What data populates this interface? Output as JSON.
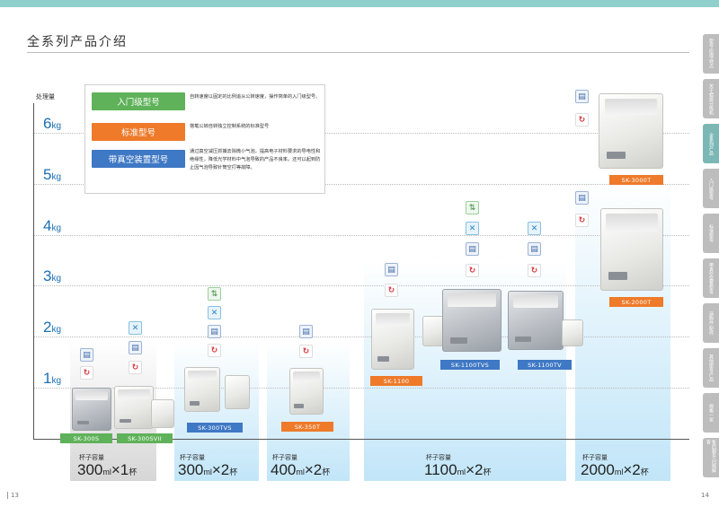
{
  "page": {
    "title": "全系列产品介绍",
    "page_left": "13",
    "page_right": "14"
  },
  "side_tabs": [
    "型号·原理·特点",
    "关于蜡纸分拣机",
    "全系列产品",
    "入门级型号",
    "标准型号",
    "带真空装置型号",
    "选购件·配件",
    "其他型号产品",
    "规格一览",
    "售后服务·问题解答"
  ],
  "side_tab_active": 2,
  "chart": {
    "y_title": "处理量",
    "unit": "kg",
    "ticks": [
      "1",
      "2",
      "3",
      "4",
      "5",
      "6"
    ]
  },
  "legend": [
    {
      "label": "入门级型号",
      "color": "#5fb25a",
      "desc": "自转速度以固定的比例追从公转速度，操作简单的入门级型号。"
    },
    {
      "label": "标准型号",
      "color": "#ee7a2a",
      "desc": "搭载公转自转独立控制系统的标准型号"
    },
    {
      "label": "带真空装置型号",
      "color": "#3f78c4",
      "desc": "通过真空减压抓捕去除微小气泡，提高电子材料要求的导电性和绝缘性，降低光学材料中气泡导致的产品不良率。还可以起到防止因气泡导致针筒空打等故障。"
    }
  ],
  "products": [
    {
      "name": "SK-300S",
      "category": "entry",
      "color": "#5fb25a"
    },
    {
      "name": "SK-300SVII",
      "category": "entry",
      "color": "#5fb25a"
    },
    {
      "name": "SK-300TVS",
      "category": "vacuum",
      "color": "#3f78c4"
    },
    {
      "name": "SK-350T",
      "category": "standard",
      "color": "#ee7a2a"
    },
    {
      "name": "SK-1100",
      "category": "standard",
      "color": "#ee7a2a"
    },
    {
      "name": "SK-1100TVS",
      "category": "vacuum",
      "color": "#3f78c4"
    },
    {
      "name": "SK-1100TV",
      "category": "vacuum",
      "color": "#3f78c4"
    },
    {
      "name": "SK-3000T",
      "category": "standard",
      "color": "#ee7a2a"
    },
    {
      "name": "SK-2000T",
      "category": "standard",
      "color": "#ee7a2a"
    }
  ],
  "capacities": [
    {
      "label": "杯子容量",
      "volume": "300",
      "unit": "ml",
      "times": "×1",
      "cups": "杯"
    },
    {
      "label": "杯子容量",
      "volume": "300",
      "unit": "ml",
      "times": "×2",
      "cups": "杯"
    },
    {
      "label": "杯子容量",
      "volume": "400",
      "unit": "ml",
      "times": "×2",
      "cups": "杯"
    },
    {
      "label": "杯子容量",
      "volume": "1100",
      "unit": "ml",
      "times": "×2",
      "cups": "杯"
    },
    {
      "label": "杯子容量",
      "volume": "2000",
      "unit": "ml",
      "times": "×2",
      "cups": "杯"
    }
  ]
}
